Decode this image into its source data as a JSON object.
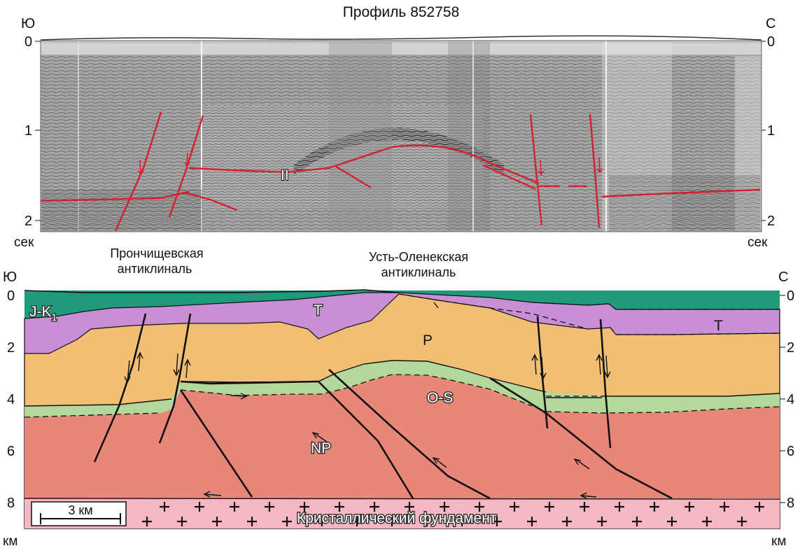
{
  "seismic": {
    "title": "Профиль 852758",
    "left_dir": "Ю",
    "right_dir": "С",
    "ticks": [
      "0",
      "1",
      "2"
    ],
    "unit": "сек",
    "horizon_label": "II"
  },
  "annotations": {
    "left_anticline": [
      "Прончищевская",
      "антиклиналь"
    ],
    "right_anticline": [
      "Усть-Оленекская",
      "антиклиналь"
    ]
  },
  "section": {
    "left_dir": "Ю",
    "right_dir": "С",
    "ticks": [
      "0",
      "2",
      "4",
      "6",
      "8"
    ],
    "unit": "км",
    "layers": {
      "jk_main": "J-K",
      "jk_sub": "1",
      "t1": "T",
      "t2": "T",
      "p": "P",
      "os": "O-S",
      "np": "NP",
      "basement": "Кристаллический фундамент"
    },
    "scale_bar": "3 км",
    "colors": {
      "JK": "#1f9a7a",
      "T": "#c98fd6",
      "P": "#f2be74",
      "OS": "#b2d99b",
      "NP": "#e9867a",
      "basement": "#f5b7c4",
      "fault_red": "#d42030"
    }
  }
}
